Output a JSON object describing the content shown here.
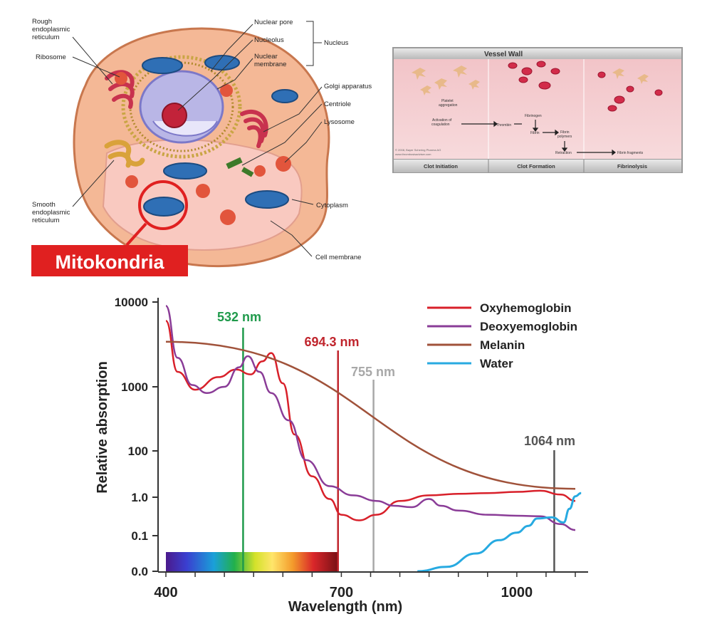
{
  "cell_diagram": {
    "labels": {
      "rough_er": [
        "Rough",
        "endoplasmic",
        "reticulum"
      ],
      "ribosome": "Ribosome",
      "smooth_er": [
        "Smooth",
        "endoplasmic",
        "reticulum"
      ],
      "nuclear_pore": "Nuclear pore",
      "nucleolus": "Nucleolus",
      "nuclear_membrane": [
        "Nuclear",
        "membrane"
      ],
      "nucleus": "Nucleus",
      "golgi": "Golgi apparatus",
      "centriole": "Centriole",
      "lysosome": "Lysosome",
      "cytoplasm": "Cytoplasm",
      "cell_membrane": "Cell membrane"
    },
    "highlight_label": "Mitokondria",
    "colors": {
      "highlight_red": "#e02020",
      "mito_blue": "#2f6fb5",
      "cell_skin": "#f4b896",
      "cytoplasm_pink": "#f9c9c0"
    }
  },
  "clot_panel": {
    "title": "Vessel Wall",
    "stages": [
      "Clot Initiation",
      "Clot Formation",
      "Fibrinolysis"
    ],
    "texts": {
      "platelet": [
        "Platelet",
        "aggregation"
      ],
      "activation": [
        "Activation of",
        "coagulation"
      ],
      "thrombin": "Thrombin",
      "fibrinogen": "Fibrinogen",
      "fibrin": "Fibrin",
      "fibrin_polymers": [
        "Fibrin",
        "polymers"
      ],
      "retraction": "Retraction",
      "fibrin_fragments": "Fibrin fragments",
      "copyright": "© 2008, Bayer Schering Pharma AG",
      "website": "www.thrombosisadviser.com"
    }
  },
  "chart_data": {
    "type": "line",
    "xlabel": "Wavelength (nm)",
    "ylabel": "Relative absorption",
    "x_ticks": [
      "400",
      "700",
      "1000"
    ],
    "xlim": [
      400,
      1100
    ],
    "y_ticks": [
      "10000",
      "1000",
      "100",
      "1.0",
      "0.1",
      "0.0"
    ],
    "y_scale": "log",
    "legend_position": "top-right",
    "series": [
      {
        "name": "Oxyhemoglobin",
        "color": "#d8202a",
        "points": [
          [
            400,
            6000
          ],
          [
            420,
            1500
          ],
          [
            450,
            900
          ],
          [
            490,
            1300
          ],
          [
            520,
            1600
          ],
          [
            545,
            1400
          ],
          [
            565,
            2000
          ],
          [
            580,
            2500
          ],
          [
            600,
            1100
          ],
          [
            620,
            180
          ],
          [
            650,
            8
          ],
          [
            680,
            0.9
          ],
          [
            700,
            0.35
          ],
          [
            730,
            0.25
          ],
          [
            760,
            0.35
          ],
          [
            800,
            0.8
          ],
          [
            850,
            1.2
          ],
          [
            900,
            1.4
          ],
          [
            950,
            1.5
          ],
          [
            1000,
            1.7
          ],
          [
            1040,
            1.9
          ],
          [
            1075,
            1.3
          ],
          [
            1100,
            0.8
          ]
        ]
      },
      {
        "name": "Deoxyemoglobin",
        "color": "#8a3c97",
        "points": [
          [
            400,
            9000
          ],
          [
            420,
            2200
          ],
          [
            445,
            1050
          ],
          [
            470,
            800
          ],
          [
            500,
            1000
          ],
          [
            525,
            1700
          ],
          [
            540,
            2300
          ],
          [
            560,
            1500
          ],
          [
            580,
            800
          ],
          [
            610,
            300
          ],
          [
            640,
            40
          ],
          [
            680,
            3
          ],
          [
            720,
            1.2
          ],
          [
            760,
            0.8
          ],
          [
            790,
            0.6
          ],
          [
            820,
            0.55
          ],
          [
            850,
            0.9
          ],
          [
            870,
            0.6
          ],
          [
            900,
            0.45
          ],
          [
            950,
            0.35
          ],
          [
            1000,
            0.33
          ],
          [
            1040,
            0.32
          ],
          [
            1075,
            0.2
          ],
          [
            1100,
            0.14
          ]
        ]
      },
      {
        "name": "Melanin",
        "color": "#a0523a",
        "points": [
          [
            400,
            3400
          ],
          [
            1100,
            2.3
          ]
        ]
      },
      {
        "name": "Water",
        "color": "#27aae1",
        "points": [
          [
            830,
            0.0
          ],
          [
            880,
            0.03
          ],
          [
            930,
            0.06
          ],
          [
            970,
            0.09
          ],
          [
            1000,
            0.12
          ],
          [
            1020,
            0.18
          ],
          [
            1035,
            0.28
          ],
          [
            1060,
            0.3
          ],
          [
            1080,
            0.22
          ],
          [
            1090,
            0.5
          ],
          [
            1100,
            1.1
          ],
          [
            1110,
            1.5
          ]
        ]
      }
    ],
    "markers": [
      {
        "label": "532 nm",
        "x": 532,
        "color": "#1f9a4b"
      },
      {
        "label": "694.3 nm",
        "x": 694.3,
        "color": "#c0252d"
      },
      {
        "label": "755 nm",
        "x": 755,
        "color": "#a8a8a8"
      },
      {
        "label": "1064 nm",
        "x": 1064,
        "color": "#555555"
      }
    ]
  }
}
